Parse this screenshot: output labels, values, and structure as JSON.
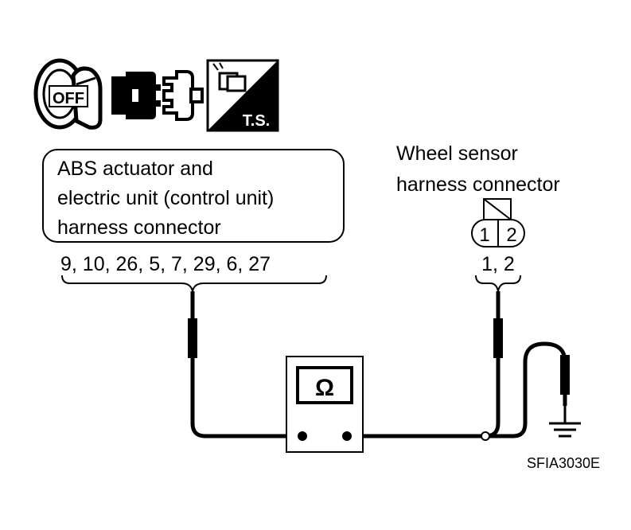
{
  "icons": {
    "ignition": "ignition-key-off-icon",
    "disconnect": "connector-disconnect-icon",
    "terminal": "terminal-test-icon"
  },
  "ignition_label": "OFF",
  "ts_label": "T.S.",
  "abs_connector": {
    "line1": "ABS actuator and",
    "line2": "electric unit (control unit)",
    "line3": "harness connector",
    "pins": "9, 10, 26, 5, 7, 29, 6, 27"
  },
  "wheel_sensor": {
    "line1": "Wheel sensor",
    "line2": "harness connector",
    "pin_left": "1",
    "pin_right": "2",
    "pins": "1, 2"
  },
  "meter_symbol": "Ω",
  "figure_code": "SFIA3030E",
  "colors": {
    "ink": "#000000",
    "background": "#ffffff"
  }
}
